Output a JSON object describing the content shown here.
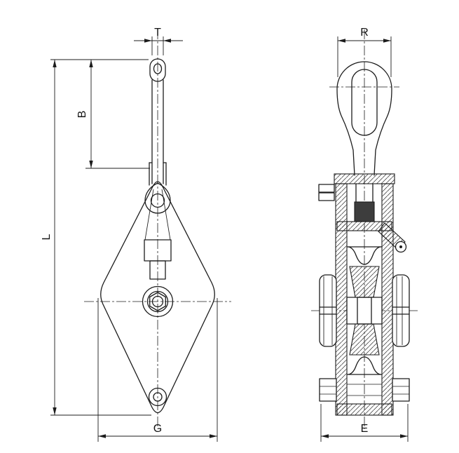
{
  "drawing": {
    "background": "#ffffff",
    "line_color": "#1c1c1c",
    "front": {
      "labels": {
        "t": "T",
        "b": "B",
        "l": "L",
        "g": "G"
      }
    },
    "side": {
      "labels": {
        "r": "R",
        "e": "E"
      }
    }
  }
}
